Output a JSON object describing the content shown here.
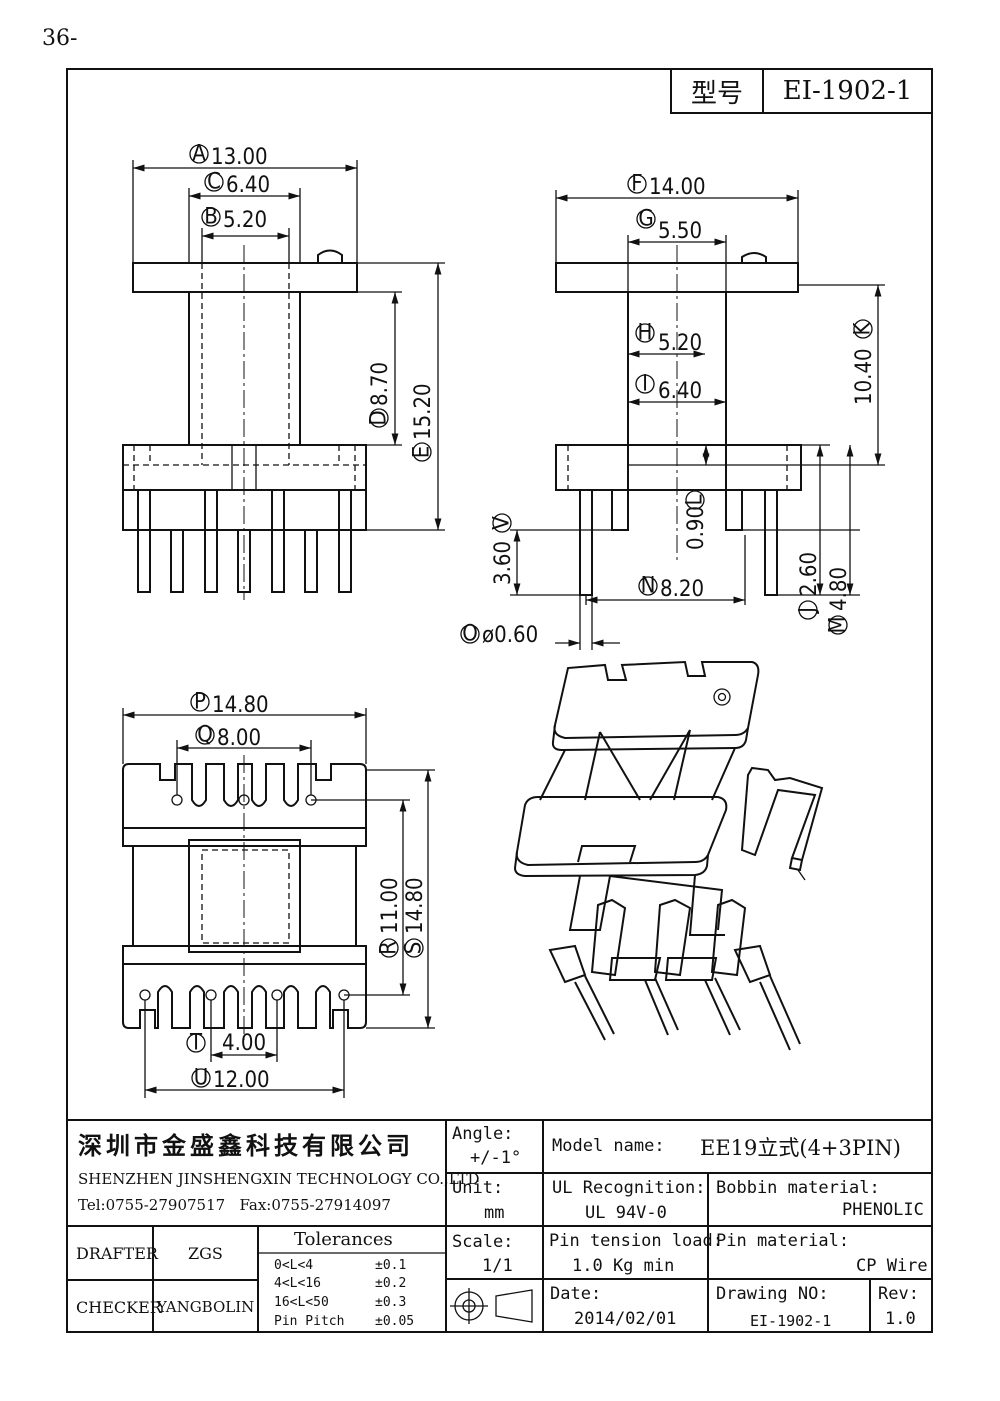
{
  "page": {
    "number": "36-"
  },
  "header": {
    "model_label": "型号",
    "model_value": "EI-1902-1"
  },
  "dimensions": {
    "A": {
      "letter": "A",
      "value": "13.00"
    },
    "B": {
      "letter": "B",
      "value": "5.20"
    },
    "C": {
      "letter": "C",
      "value": "6.40"
    },
    "D": {
      "letter": "D",
      "value": "8.70"
    },
    "E": {
      "letter": "E",
      "value": "15.20"
    },
    "F": {
      "letter": "F",
      "value": "14.00"
    },
    "G": {
      "letter": "G",
      "value": "5.50"
    },
    "H": {
      "letter": "H",
      "value": "5.20"
    },
    "I": {
      "letter": "I",
      "value": "6.40"
    },
    "J": {
      "letter": "J",
      "value": "2.60"
    },
    "K": {
      "letter": "K",
      "value": "10.40"
    },
    "L": {
      "letter": "L",
      "value": "0.90"
    },
    "M": {
      "letter": "M",
      "value": "4.80"
    },
    "N": {
      "letter": "N",
      "value": "8.20"
    },
    "O": {
      "letter": "O",
      "value": "ø0.60"
    },
    "P": {
      "letter": "P",
      "value": "14.80"
    },
    "Q": {
      "letter": "Q",
      "value": "8.00"
    },
    "R": {
      "letter": "R",
      "value": "11.00"
    },
    "S": {
      "letter": "S",
      "value": "14.80"
    },
    "T": {
      "letter": "T",
      "value": "4.00"
    },
    "U": {
      "letter": "U",
      "value": "12.00"
    },
    "V": {
      "letter": "V",
      "value": "3.60"
    }
  },
  "title_block": {
    "company_cn": "深圳市金盛鑫科技有限公司",
    "company_en": "SHENZHEN JINSHENGXIN TECHNOLOGY CO.,LTD",
    "tel": "Tel:0755-27907517",
    "fax": "Fax:0755-27914097",
    "angle_label": "Angle:",
    "angle_value": "+/-1°",
    "unit_label": "Unit:",
    "unit_value": "mm",
    "scale_label": "Scale:",
    "scale_value": "1/1",
    "model_name_label": "Model name:",
    "model_name_value": "EE19立式(4+3PIN)",
    "ul_label": "UL Recognition:",
    "ul_value": "UL 94V-0",
    "bobbin_label": "Bobbin material:",
    "bobbin_value": "PHENOLIC",
    "pin_tension_label": "Pin tension load:",
    "pin_tension_value": "1.0 Kg min",
    "pin_material_label": "Pin material:",
    "pin_material_value": "CP Wire",
    "date_label": "Date:",
    "date_value": "2014/02/01",
    "drawing_no_label": "Drawing NO:",
    "drawing_no_value": "EI-1902-1",
    "rev_label": "Rev:",
    "rev_value": "1.0",
    "drafter_label": "DRAFTER",
    "drafter_value": "ZGS",
    "checker_label": "CHECKER",
    "checker_value": "YANGBOLIN",
    "tolerances_title": "Tolerances",
    "tolerances": [
      {
        "range": "0<L<4",
        "tol": "±0.1"
      },
      {
        "range": "4<L<16",
        "tol": "±0.2"
      },
      {
        "range": "16<L<50",
        "tol": "±0.3"
      },
      {
        "range": "Pin Pitch",
        "tol": "±0.05"
      }
    ]
  }
}
